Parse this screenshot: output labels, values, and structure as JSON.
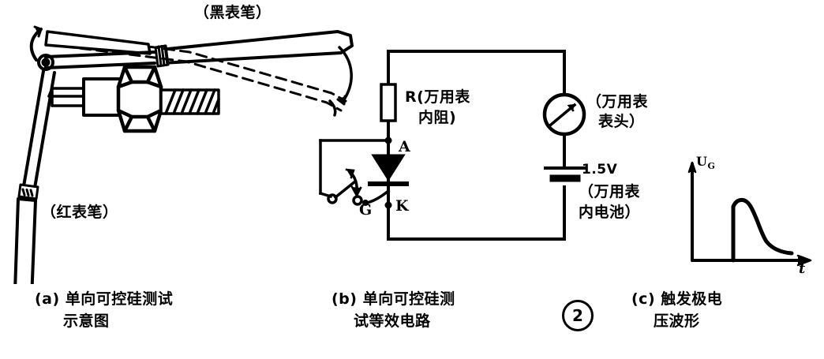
{
  "figure": {
    "number": "2",
    "panels": [
      {
        "id": "a",
        "caption_line1": "(a) 单向可控硅测试",
        "caption_line2": "示意图",
        "labels": {
          "black_probe": "（黑表笔）",
          "red_probe": "（红表笔）"
        }
      },
      {
        "id": "b",
        "caption_line1": "(b) 单向可控硅测",
        "caption_line2": "试等效电路",
        "labels": {
          "resistor_line1": "R(万用表",
          "resistor_line2": "内阻)",
          "meter_line1": "（万用表",
          "meter_line2": "表头）",
          "battery_voltage": "1.5V",
          "battery_line1": "（万用表",
          "battery_line2": "内电池）",
          "anode": "A",
          "cathode": "K",
          "gate": "G"
        }
      },
      {
        "id": "c",
        "caption_line1": "(c) 触发极电",
        "caption_line2": "压波形",
        "axis": {
          "y_label": "U",
          "y_label_sub": "G",
          "x_label": "t"
        }
      }
    ]
  },
  "chart_data": {
    "type": "line",
    "title": "触发极电压波形",
    "xlabel": "t",
    "ylabel": "UG",
    "grid": false,
    "legend": false,
    "x": [
      0,
      0.3,
      0.31,
      0.34,
      0.38,
      0.45,
      0.55,
      0.68,
      0.82,
      1.0
    ],
    "y": [
      0,
      0,
      0.88,
      1.0,
      0.92,
      0.66,
      0.42,
      0.27,
      0.2,
      0.17
    ],
    "xlim": [
      0,
      1
    ],
    "ylim": [
      0,
      1.15
    ],
    "annotation": "gate voltage pulse: sharp rise then exponential decay"
  },
  "colors": {
    "ink": "#000000",
    "paper": "#ffffff"
  }
}
